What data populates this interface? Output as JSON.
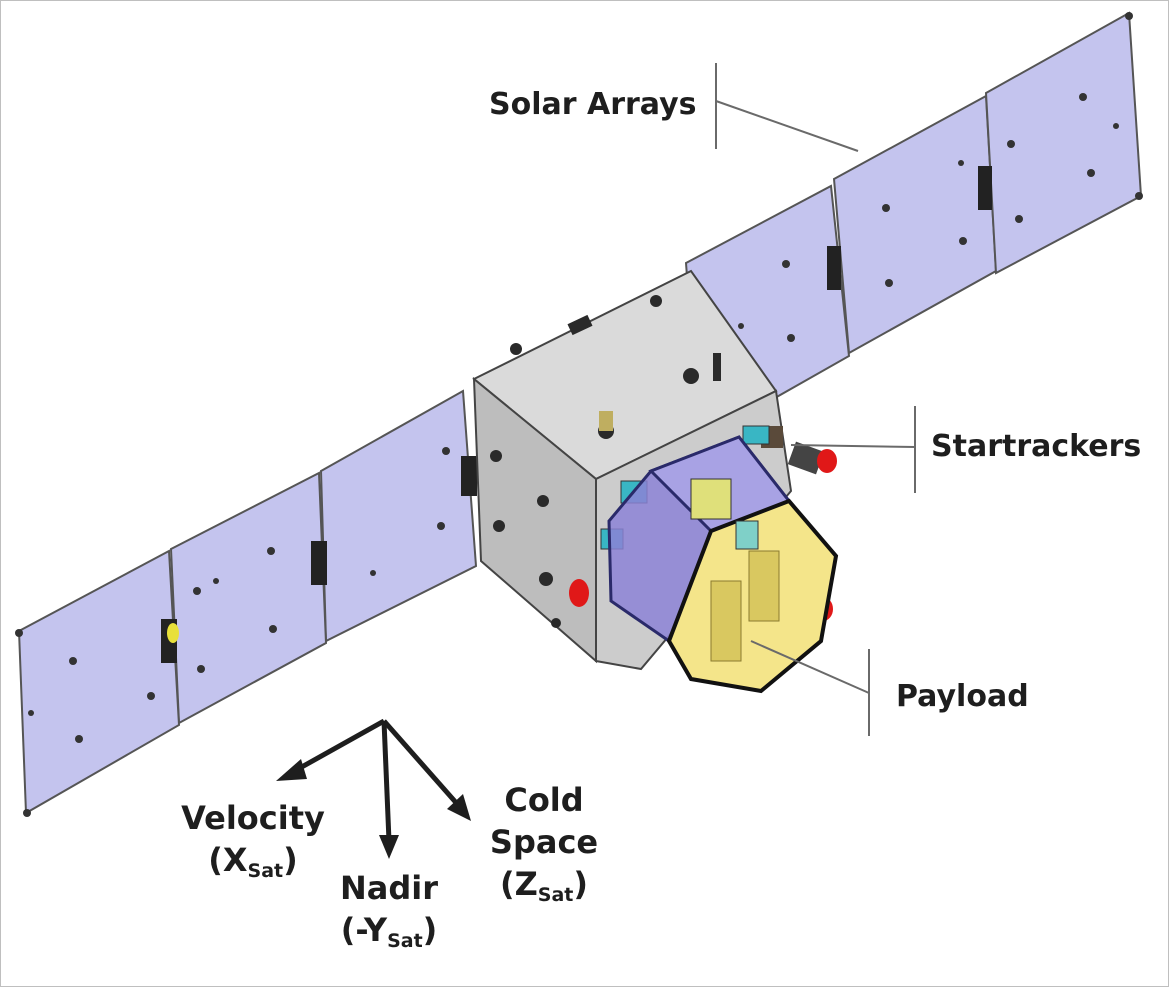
{
  "callouts": {
    "solar_arrays": "Solar Arrays",
    "startrackers": "Startrackers",
    "payload": "Payload"
  },
  "axes": {
    "velocity": {
      "name": "Velocity",
      "paren_open": "(",
      "symbol": "X",
      "sub": "Sat",
      "paren_close": ")"
    },
    "nadir": {
      "name": "Nadir",
      "paren_open": "(-",
      "symbol": "Y",
      "sub": "Sat",
      "paren_close": ")"
    },
    "cold_space": {
      "name_line1": "Cold",
      "name_line2": "Space",
      "paren_open": "(",
      "symbol": "Z",
      "sub": "Sat",
      "paren_close": ")"
    }
  },
  "colors": {
    "solar_panel": "#c4c4ee",
    "bus": "#d9d9d9",
    "payload_front": "#f4e58a",
    "payload_side": "#8c82d6",
    "startracker_cap": "#e01818",
    "cyan_part": "#39b6c4"
  }
}
